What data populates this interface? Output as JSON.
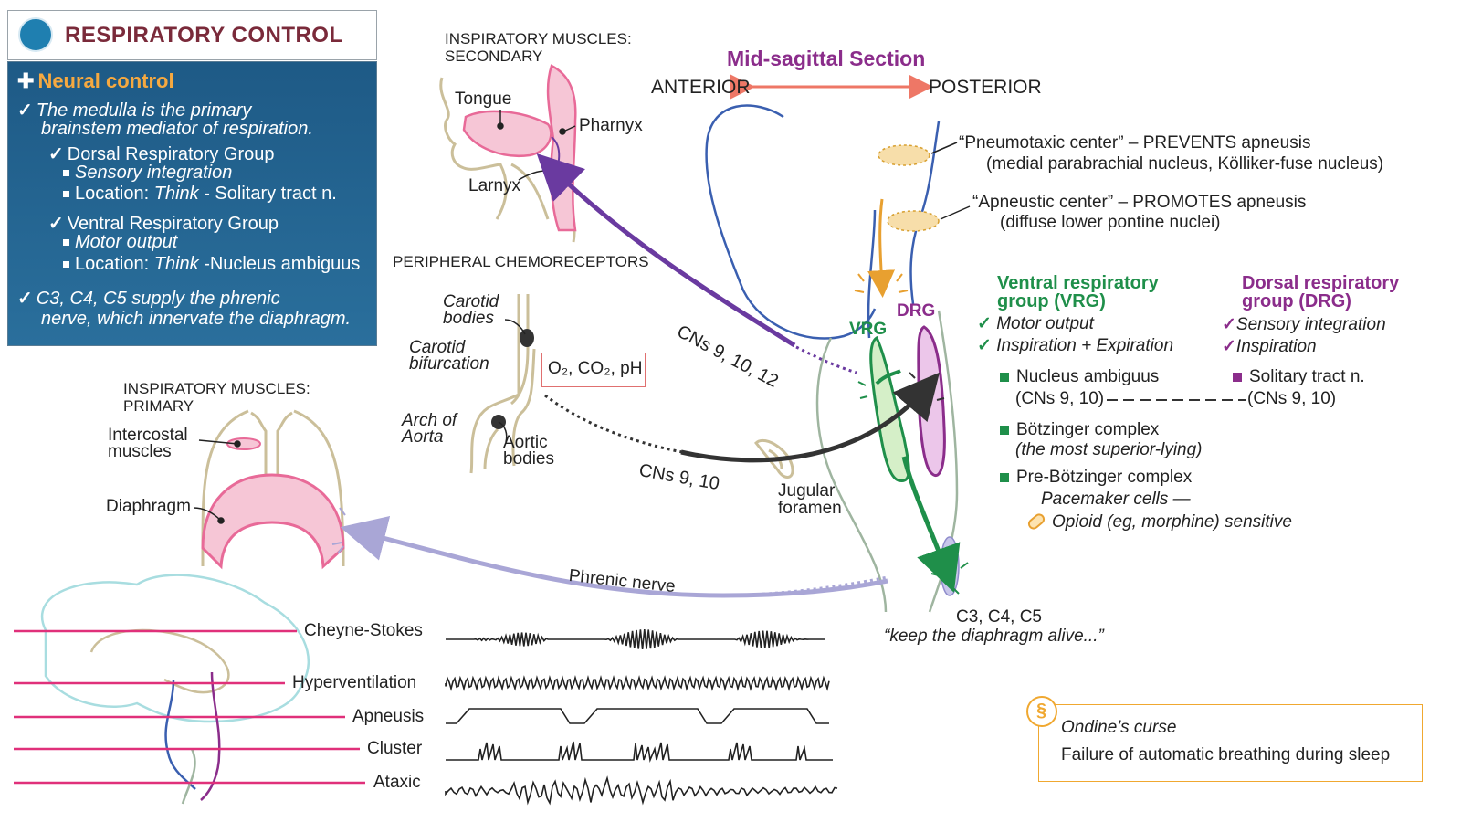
{
  "title": "RESPIRATORY CONTROL",
  "neural": {
    "heading": "Neural control",
    "l1": "The medulla is the primary",
    "l2": "brainstem mediator of respiration.",
    "drg": "Dorsal Respiratory Group",
    "drg_a": "Sensory integration",
    "drg_b_pre": "Location: ",
    "drg_b_think": "Think",
    "drg_b_post": " - Solitary tract n.",
    "vrg": "Ventral Respiratory Group",
    "vrg_a": "Motor output",
    "vrg_b_pre": "Location: ",
    "vrg_b_think": "Think",
    "vrg_b_post": " -Nucleus ambiguus",
    "c1": "C3, C4, C5 supply the phrenic",
    "c2": "nerve, which innervate the diaphragm."
  },
  "section": {
    "title": "Mid-sagittal Section",
    "anterior": "ANTERIOR",
    "posterior": "POSTERIOR"
  },
  "secondary": {
    "caption1": "INSPIRATORY MUSCLES:",
    "caption2": "SECONDARY",
    "tongue": "Tongue",
    "pharynx": "Pharnyx",
    "larynx": "Larnyx"
  },
  "chemo": {
    "caption": "PERIPHERAL CHEMORECEPTORS",
    "carotid_bodies_1": "Carotid",
    "carotid_bodies_2": "bodies",
    "carotid_bif_1": "Carotid",
    "carotid_bif_2": "bifurcation",
    "arch_1": "Arch of",
    "arch_2": "Aorta",
    "aortic_1": "Aortic",
    "aortic_2": "bodies",
    "gases": "O₂, CO₂, pH"
  },
  "primary": {
    "caption1": "INSPIRATORY MUSCLES:",
    "caption2": "PRIMARY",
    "intercostal_1": "Intercostal",
    "intercostal_2": "muscles",
    "diaphragm": "Diaphragm"
  },
  "nerves": {
    "cn_upper": "CNs 9, 10, 12",
    "cn_lower": "CNs 9, 10",
    "phrenic": "Phrenic nerve",
    "jugular_1": "Jugular",
    "jugular_2": "foramen"
  },
  "pons": {
    "pneumo_1": "“Pneumotaxic center” – PREVENTS apneusis",
    "pneumo_2": "(medial parabrachial nucleus, Kölliker-fuse nucleus)",
    "apneustic_1": "“Apneustic center” – PROMOTES apneusis",
    "apneustic_2": "(diffuse lower pontine nuclei)"
  },
  "medulla": {
    "vrg_tag": "VRG",
    "drg_tag": "DRG",
    "spinal": "C3, C4, C5",
    "keep": "“keep the diaphragm alive...”"
  },
  "vrg_panel": {
    "title1": "Ventral respiratory",
    "title2": "group (VRG)",
    "f1": "Motor output",
    "f2": "Inspiration + Expiration",
    "na_1": "Nucleus ambiguus",
    "na_2": "(CNs 9, 10)",
    "bot_1": "Bötzinger complex",
    "bot_2": "(the most superior-lying)",
    "pre_1": "Pre-Bötzinger complex",
    "pre_2": "Pacemaker cells —",
    "pre_3": "Opioid (eg, morphine) sensitive"
  },
  "drg_panel": {
    "title1": "Dorsal respiratory",
    "title2": "group (DRG)",
    "f1": "Sensory integration",
    "f2": "Inspiration",
    "st_1": "Solitary tract n.",
    "st_2": "(CNs 9, 10)"
  },
  "patterns": [
    "Cheyne-Stokes",
    "Hyperventilation",
    "Apneusis",
    "Cluster",
    "Ataxic"
  ],
  "ondine": {
    "title": "Ondine’s curse",
    "text": "Failure of automatic breathing during sleep"
  },
  "colors": {
    "panel_blue": "#1e5a86",
    "title_red": "#7a2a3a",
    "vrg_green": "#1f8f4a",
    "drg_purple": "#8b2d8b",
    "muscle_pink": "#e86a98",
    "pattern_line": "#e0307a",
    "phrenic_lavender": "#a9a6d6",
    "accent_orange": "#f0a830"
  }
}
